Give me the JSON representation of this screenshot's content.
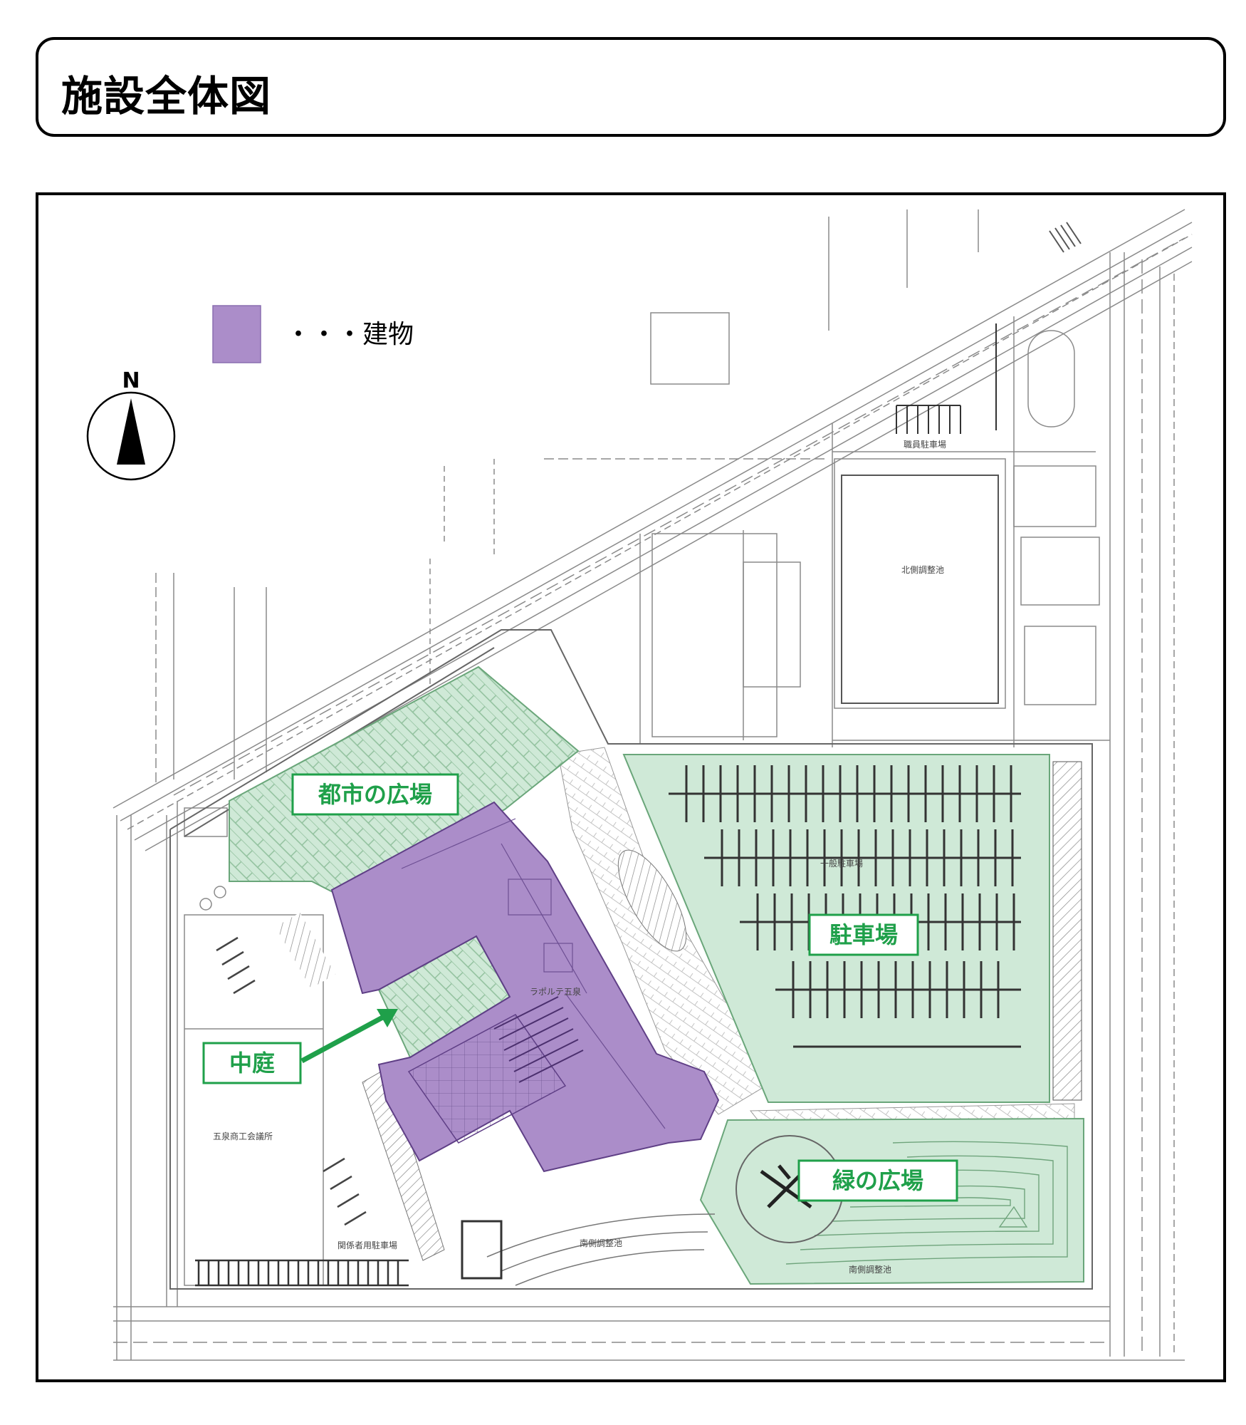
{
  "title": "施設全体図",
  "legend": {
    "label": "・・・建物",
    "swatch_color": "#ab8dc9"
  },
  "north": {
    "label": "N",
    "icon": "north-arrow-icon"
  },
  "colors": {
    "building": "#ab8dc9",
    "building_stroke": "#5f3f86",
    "green_area": "#cfe9d7",
    "green_hatch": "#9fc9a9",
    "label_green": "#1fa04a",
    "line": "#8a8a8a"
  },
  "areas": {
    "city_plaza": "都市の広場",
    "parking": "駐車場",
    "courtyard": "中庭",
    "green_plaza": "緑の広場"
  },
  "map_text": {
    "staff_parking": "職員駐車場",
    "north_pond": "北側調整池",
    "general_parking": "一般駐車場",
    "facility_name": "ラポルテ五泉",
    "chamber": "五泉商工会議所",
    "related_parking": "関係者用駐車場",
    "south_pond_1": "南側調整池",
    "south_pond_2": "南側調整池"
  }
}
